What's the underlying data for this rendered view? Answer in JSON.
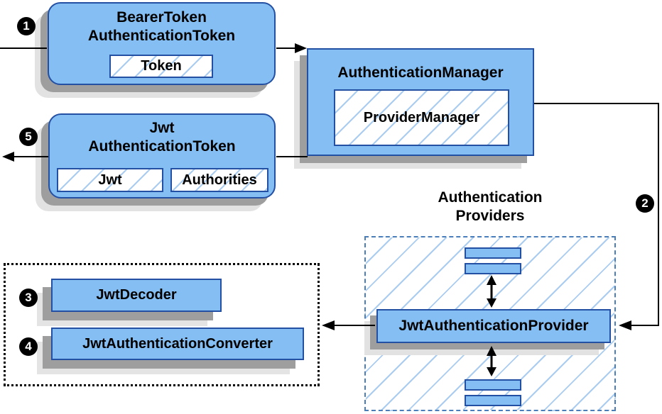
{
  "steps": {
    "s1": "1",
    "s2": "2",
    "s3": "3",
    "s4": "4",
    "s5": "5"
  },
  "bearer_box": {
    "title1": "BearerToken",
    "title2": "AuthenticationToken",
    "token": "Token"
  },
  "auth_manager": {
    "title": "AuthenticationManager",
    "provider_manager": "ProviderManager"
  },
  "jwt_token": {
    "title1": "Jwt",
    "title2": "AuthenticationToken",
    "jwt": "Jwt",
    "authorities": "Authorities"
  },
  "providers": {
    "label1": "Authentication",
    "label2": "Providers",
    "jwt_provider": "JwtAuthenticationProvider"
  },
  "resolvers": {
    "decoder": "JwtDecoder",
    "converter": "JwtAuthenticationConverter"
  },
  "colors": {
    "box_fill": "#85BEF3",
    "box_border": "#2450A4",
    "hatch_line": "#A9CCF0",
    "dashed_blue": "#4A7EBB",
    "shadow_dark": "#9E9E9E",
    "shadow_light": "#E2E2E2",
    "connector": "#000000"
  }
}
